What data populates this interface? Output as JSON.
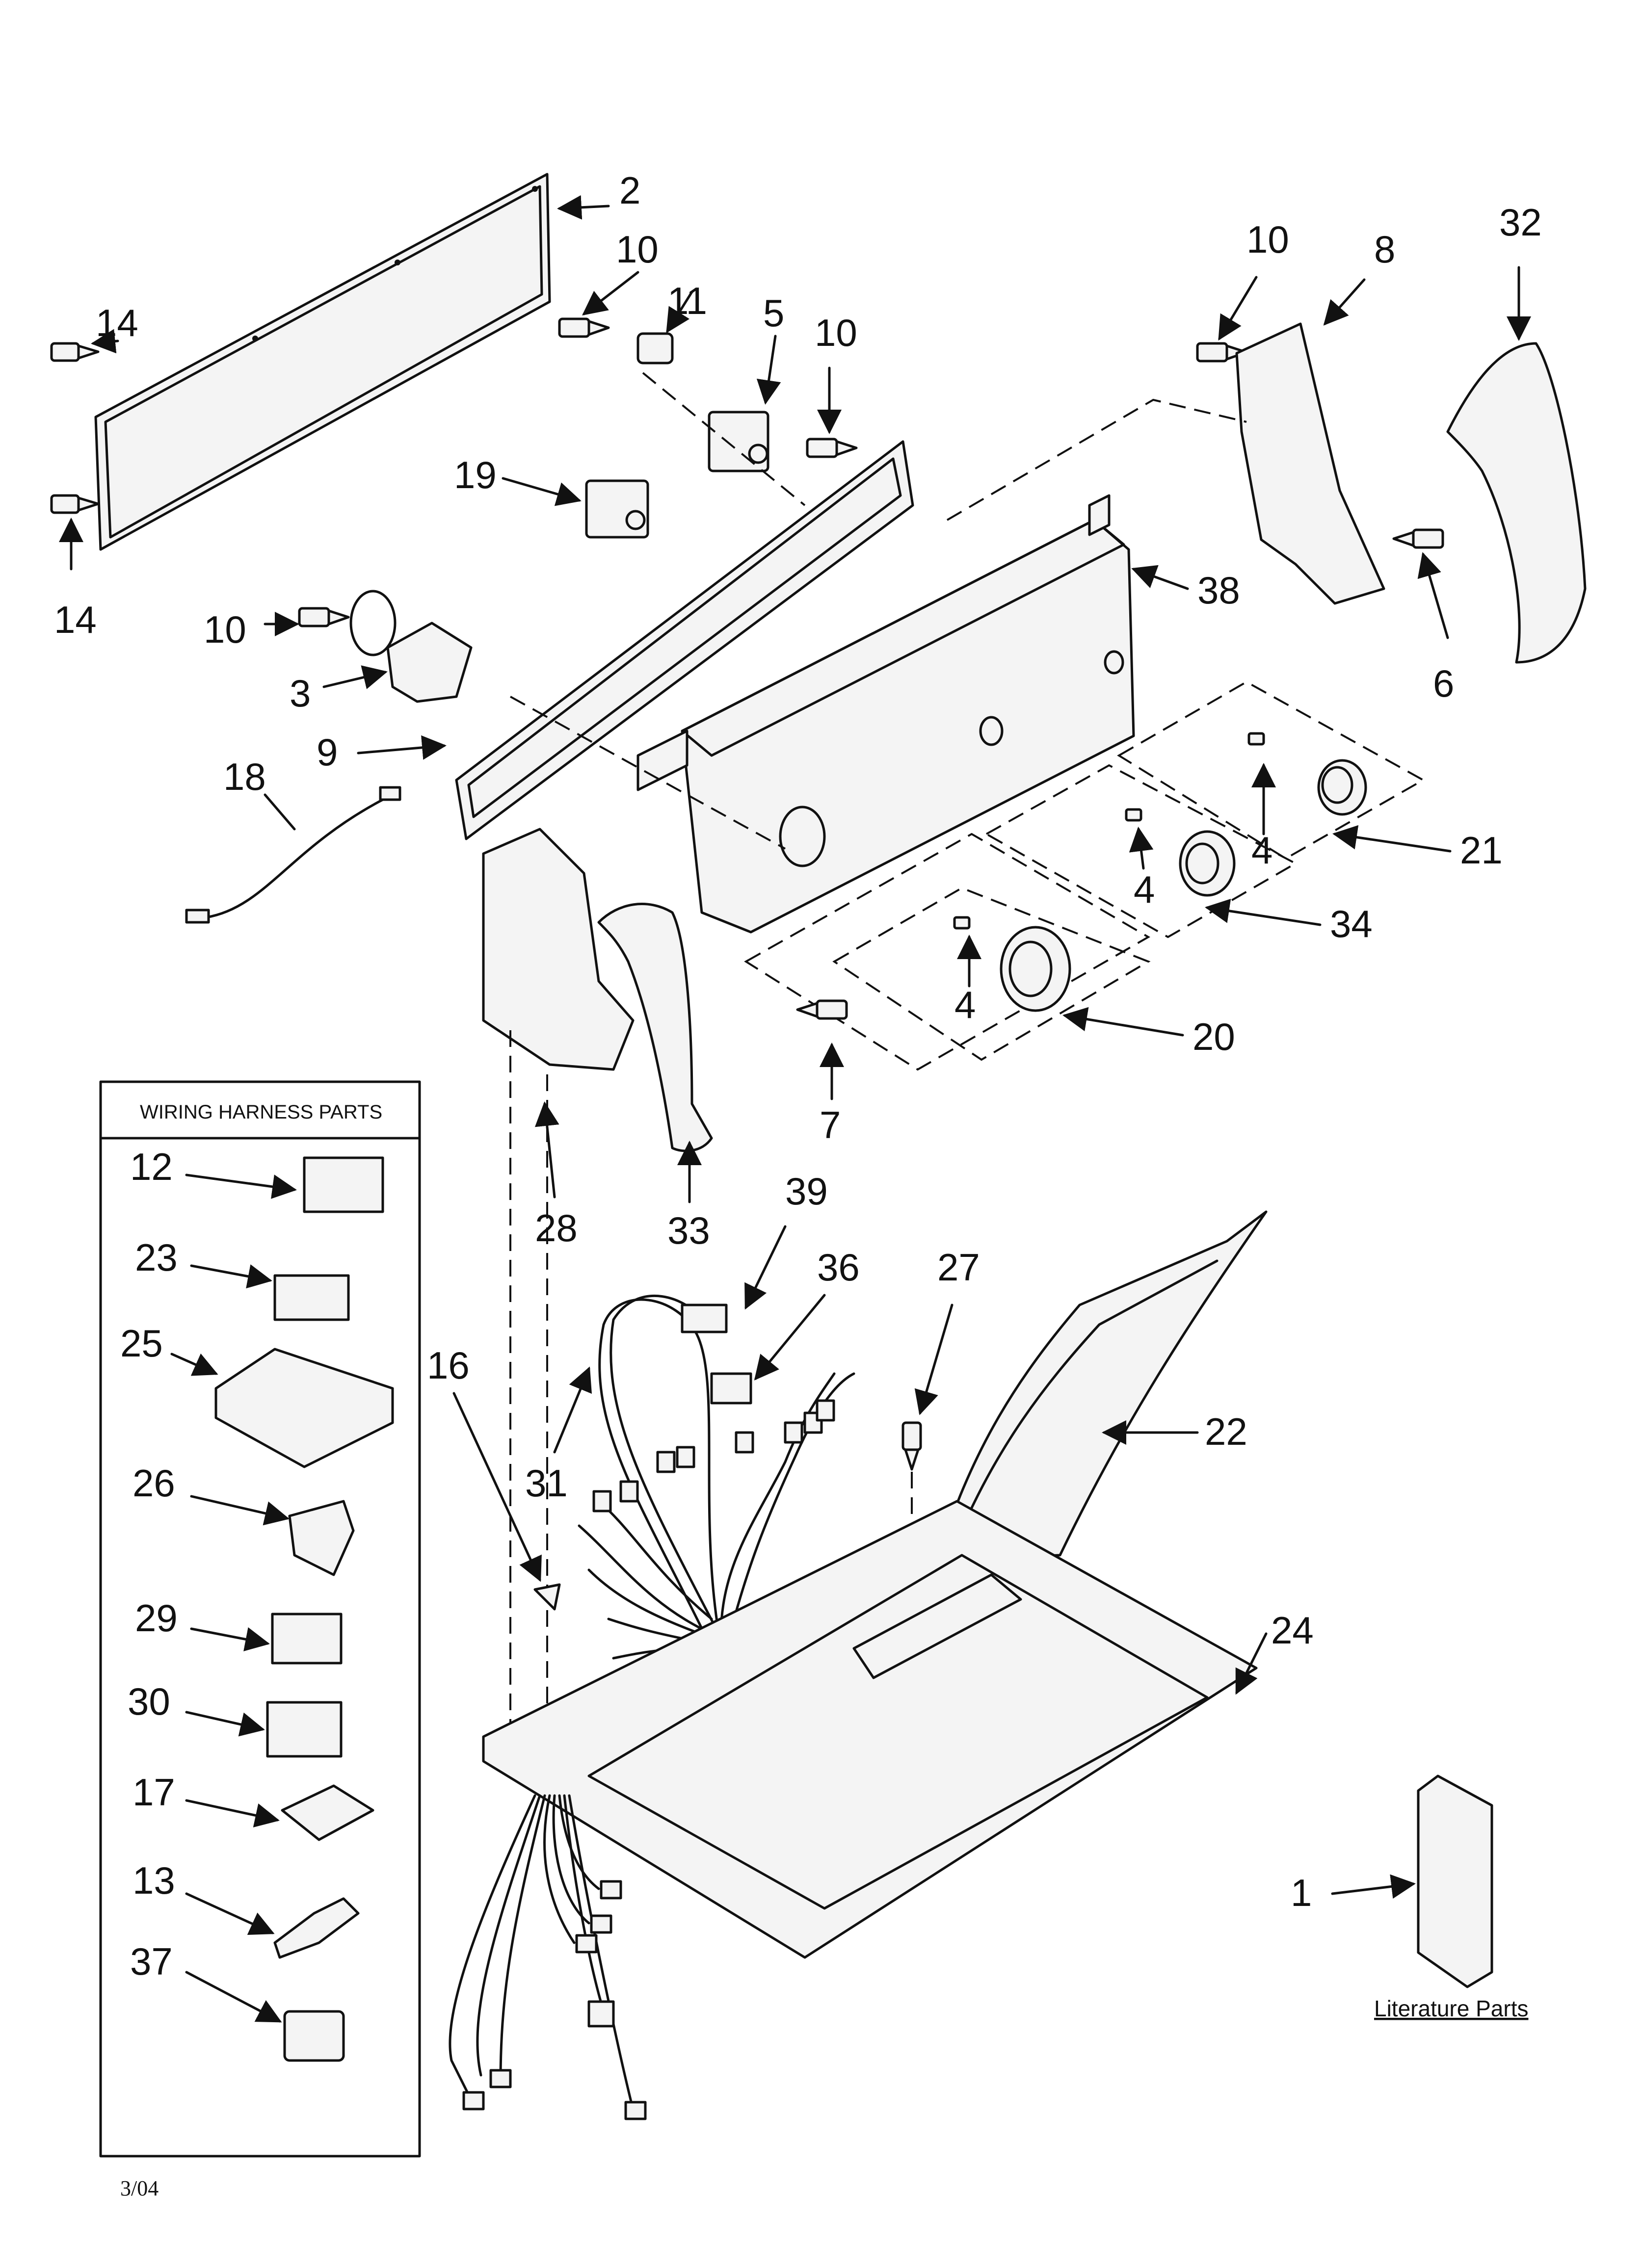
{
  "wiring_harness": {
    "title": "WIRING HARNESS PARTS",
    "labels": [
      "12",
      "23",
      "25",
      "26",
      "29",
      "30",
      "17",
      "13",
      "37"
    ]
  },
  "literature": {
    "title": "Literature Parts",
    "label": "1"
  },
  "callouts": {
    "c2": "2",
    "c14a": "14",
    "c14b": "14",
    "c10a": "10",
    "c11": "11",
    "c5": "5",
    "c10b": "10",
    "c19": "19",
    "c10c": "10",
    "c3": "3",
    "c9": "9",
    "c18": "18",
    "c10d": "10",
    "c8": "8",
    "c32": "32",
    "c38": "38",
    "c6": "6",
    "c4a": "4",
    "c4b": "4",
    "c4c": "4",
    "c21": "21",
    "c34": "34",
    "c20": "20",
    "c7": "7",
    "c28": "28",
    "c33": "33",
    "c39": "39",
    "c36": "36",
    "c27": "27",
    "c16": "16",
    "c31": "31",
    "c22": "22",
    "c24": "24"
  },
  "date": "3/04"
}
